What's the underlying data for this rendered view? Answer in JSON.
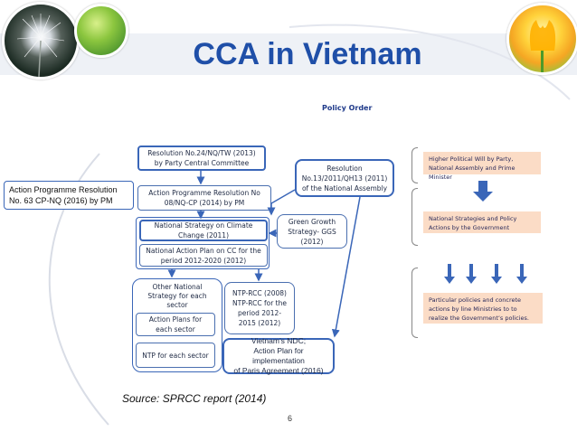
{
  "slide": {
    "title": "CCA in Vietnam",
    "policy_order": "Policy Order",
    "source": "Source: SPRCC report (2014)",
    "page_number": "6",
    "title_color": "#1f4fa8",
    "box_border_color": "#3a66b8",
    "arrow_color": "#3a66b8",
    "note_fill_color": "#fbdcc6"
  },
  "decor": {
    "left_photo": "dandelion-photo",
    "right_photo": "tulip-photo",
    "mid_photo": "green-leaf-photo"
  },
  "side_box": {
    "line1": "Action Programme Resolution",
    "line2": "No. 63 CP-NQ (2016) by PM"
  },
  "boxes": {
    "resolution24": [
      "Resolution No.24/NQ/TW (2013)",
      "by Party Central Committee"
    ],
    "action_programme": [
      "Action Programme  Resolution No",
      "08/NQ-CP (2014)  by PM"
    ],
    "national_strategy": [
      "National Strategy on Climate",
      "Change (2011)"
    ],
    "national_action_plan": [
      "National Action Plan on CC for the",
      "period 2012-2020 (2012)"
    ],
    "resolution13": [
      "Resolution",
      "No.13/2011/QH13 (2011)",
      "of the National Assembly"
    ],
    "green_growth": [
      "Green Growth",
      "Strategy- GGS",
      "(2012)"
    ],
    "other_national": [
      "Other National",
      "Strategy for each",
      "sector"
    ],
    "action_plans": [
      "Action Plans for",
      "each sector"
    ],
    "ntp_sector": [
      "NTP for each sector"
    ],
    "ntp_rcc": [
      "NTP-RCC (2008)",
      "NTP-RCC for the",
      "period 2012-",
      "2015 (2012)"
    ],
    "ndc": [
      "Vietnam’s NDC;",
      "Action Plan for implementation",
      "of Paris Agreement (2016)"
    ]
  },
  "notes": {
    "higher": "Higher Political Will by Party, National Assembly and Prime Minister",
    "strategies": "National Strategies and Policy Actions by the Government",
    "particular": "Particular policies and concrete actions by line Ministries to to realize the Government’s policies."
  }
}
